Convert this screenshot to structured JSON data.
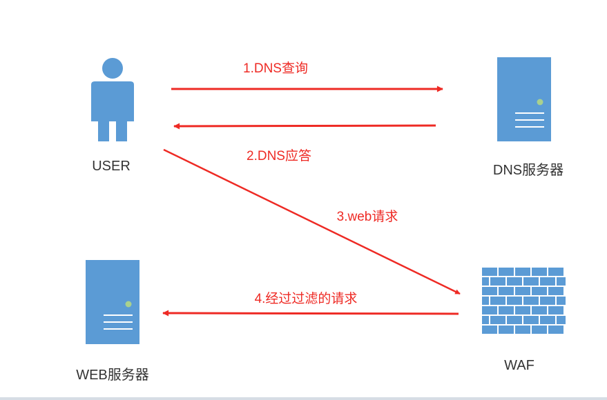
{
  "colors": {
    "arrow": "#ee2a24",
    "icon": "#5b9bd5",
    "label": "#333333",
    "server_led": "#a9d18e"
  },
  "nodes": {
    "user": {
      "label": "USER",
      "icon": "person-icon"
    },
    "dns_server": {
      "label": "DNS服务器",
      "icon": "server-icon"
    },
    "web_server": {
      "label": "WEB服务器",
      "icon": "server-icon"
    },
    "waf": {
      "label": "WAF",
      "icon": "firewall-icon"
    }
  },
  "edges": [
    {
      "label": "1.DNS查询",
      "from": "USER",
      "to": "DNS服务器"
    },
    {
      "label": "2.DNS应答",
      "from": "DNS服务器",
      "to": "USER"
    },
    {
      "label": "3.web请求",
      "from": "USER",
      "to": "WAF"
    },
    {
      "label": "4.经过过滤的请求",
      "from": "WAF",
      "to": "WEB服务器"
    }
  ]
}
